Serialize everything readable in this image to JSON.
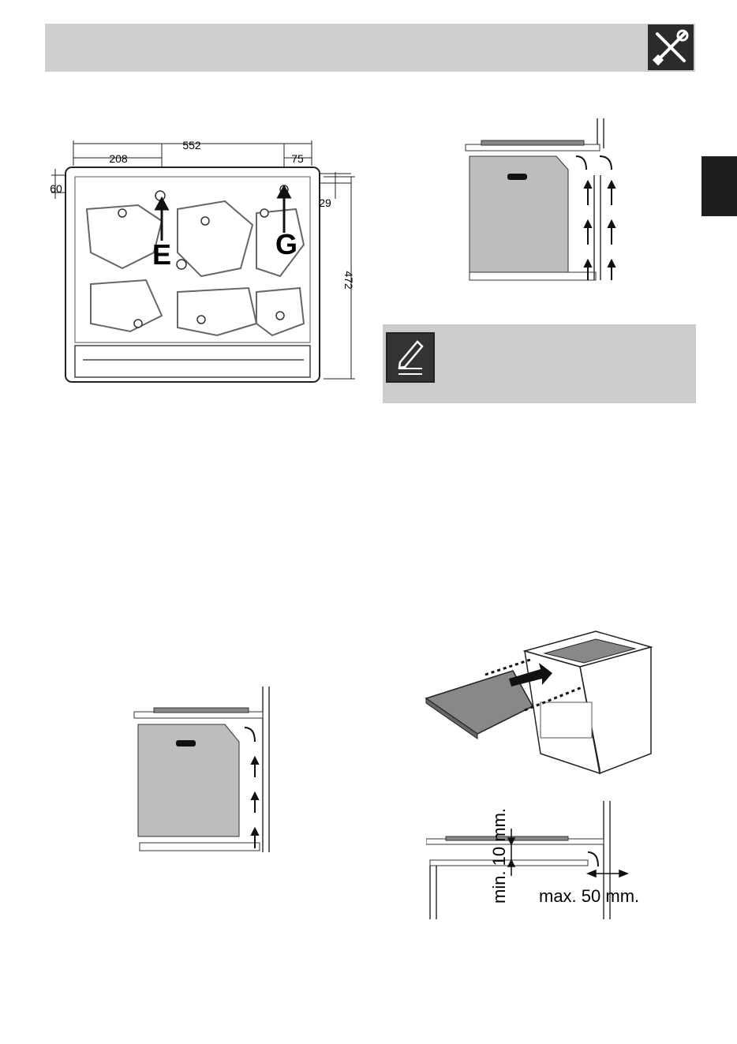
{
  "header": {
    "icon": "tools-icon"
  },
  "bottom_view": {
    "dim_width": "552",
    "dim_left": "208",
    "dim_right": "75",
    "dim_top_left": "60",
    "dim_top_right": "29",
    "dim_height": "472",
    "label_e": "E",
    "label_g": "G"
  },
  "note": {
    "icon": "pencil-note-icon"
  },
  "clearance": {
    "min_label": "min. 10 mm.",
    "max_label": "max. 50 mm."
  }
}
